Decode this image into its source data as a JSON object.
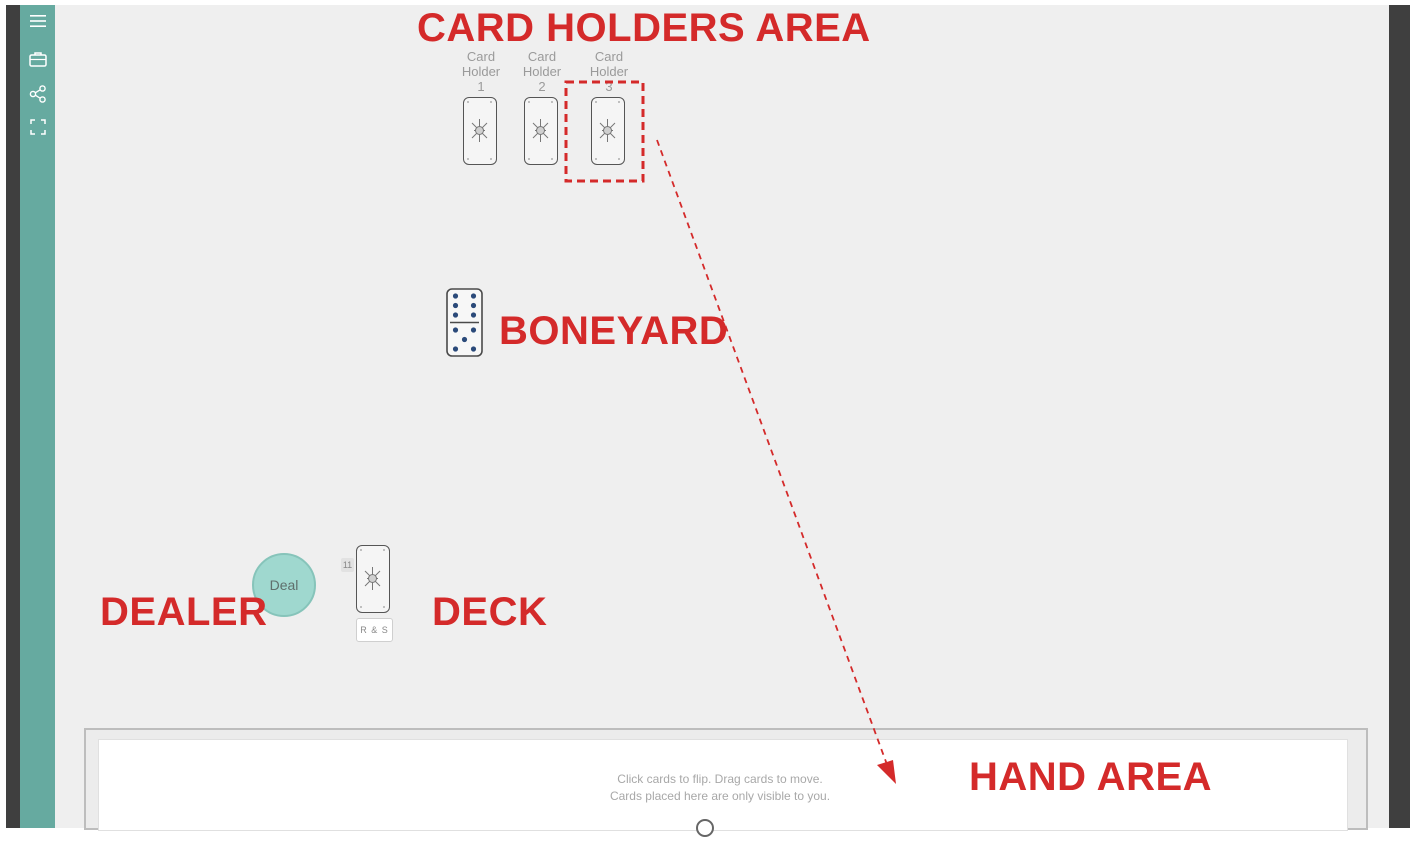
{
  "sidebar": {
    "icons": [
      "hamburger-menu-icon",
      "briefcase-icon",
      "share-icon",
      "fullscreen-icon"
    ]
  },
  "card_holders": [
    {
      "label_line1": "Card",
      "label_line2": "Holder",
      "label_line3": "1"
    },
    {
      "label_line1": "Card",
      "label_line2": "Holder",
      "label_line3": "2"
    },
    {
      "label_line1": "Card",
      "label_line2": "Holder",
      "label_line3": "3"
    }
  ],
  "annotations": {
    "card_holders_area": "CARD HOLDERS AREA",
    "boneyard": "BONEYARD",
    "dealer": "DEALER",
    "deck": "DECK",
    "hand_area": "HAND AREA",
    "color": "#d42a2a"
  },
  "dealer": {
    "button_label": "Deal"
  },
  "deck": {
    "count": "11",
    "label": "R & S"
  },
  "hand_area": {
    "hint_line1": "Click cards to flip.   Drag cards to move.",
    "hint_line2": "Cards placed here are only visible to you."
  },
  "colors": {
    "sidebar": "#66aaa0",
    "frame": "#3f3f3f",
    "table": "#efefef",
    "deal_button": "#9fd8cf",
    "domino_pip": "#2b4a7a"
  }
}
